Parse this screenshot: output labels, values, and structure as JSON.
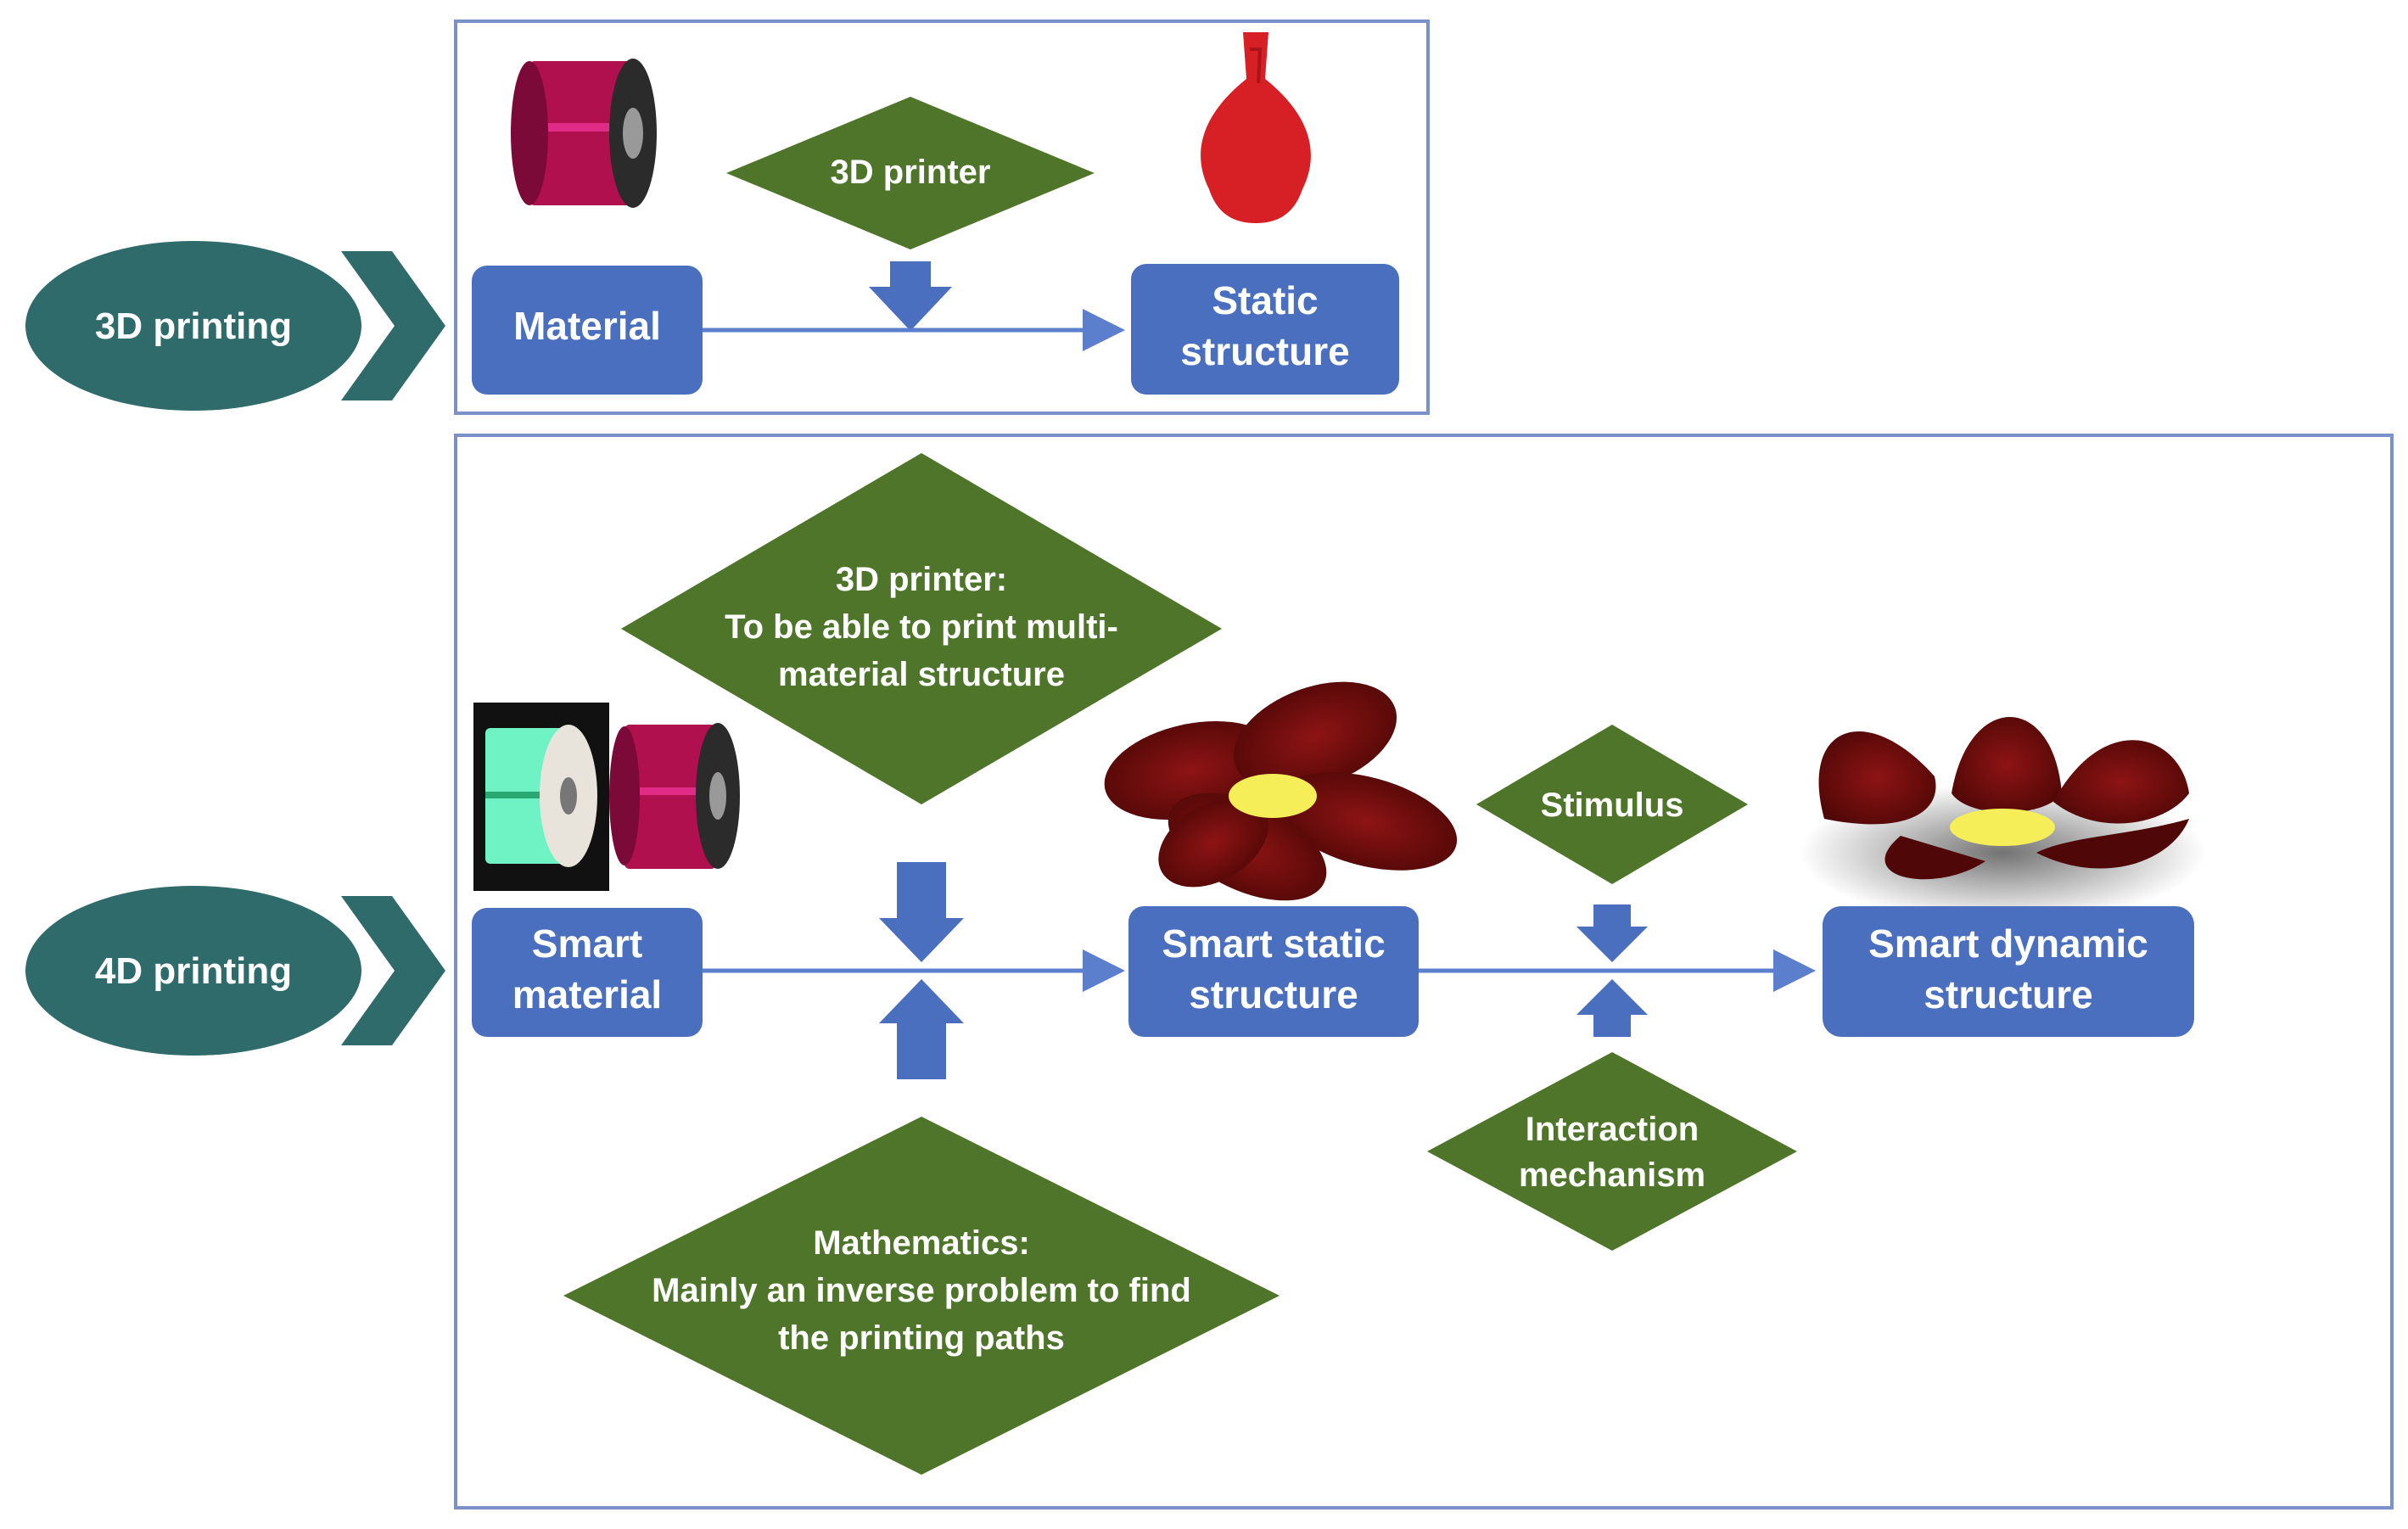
{
  "colors": {
    "teal": "#2e6b6a",
    "blue_box": "#4a6fbf",
    "green_diamond": "#4e7529",
    "arrow_blue": "#5b7fcc",
    "frame": "#7a92c9"
  },
  "row_3d": {
    "label": "3D printing",
    "material": "Material",
    "printer": "3D printer",
    "output_line1": "Static",
    "output_line2": "structure",
    "images": [
      "filament-spool-magenta-icon",
      "red-vase-icon"
    ]
  },
  "row_4d": {
    "label": "4D printing",
    "material_line1": "Smart",
    "material_line2": "material",
    "printer_line1": "3D printer:",
    "printer_line2": "To be able to print multi-",
    "printer_line3": "material structure",
    "math_line1": "Mathematics:",
    "math_line2": "Mainly an inverse problem to find",
    "math_line3": "the printing paths",
    "static_line1": "Smart static",
    "static_line2": "structure",
    "stimulus": "Stimulus",
    "interaction_line1": "Interaction",
    "interaction_line2": "mechanism",
    "dynamic_line1": "Smart dynamic",
    "dynamic_line2": "structure",
    "images": [
      "filament-spool-green-icon",
      "filament-spool-magenta-icon",
      "flat-flower-icon",
      "curled-flower-icon"
    ]
  }
}
